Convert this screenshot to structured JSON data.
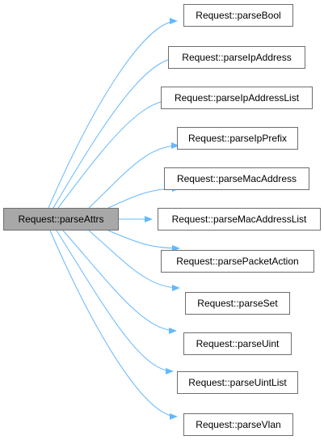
{
  "colors": {
    "edge": "#63b8ff",
    "root_fill": "#a8a8a8",
    "node_border": "#6e6e6e"
  },
  "graph": {
    "root": {
      "label": "Request::parseAttrs"
    },
    "callees": [
      {
        "label": "Request::parseBool"
      },
      {
        "label": "Request::parseIpAddress"
      },
      {
        "label": "Request::parseIpAddressList"
      },
      {
        "label": "Request::parseIpPrefix"
      },
      {
        "label": "Request::parseMacAddress"
      },
      {
        "label": "Request::parseMacAddressList"
      },
      {
        "label": "Request::parsePacketAction"
      },
      {
        "label": "Request::parseSet"
      },
      {
        "label": "Request::parseUint"
      },
      {
        "label": "Request::parseUintList"
      },
      {
        "label": "Request::parseVlan"
      }
    ]
  }
}
